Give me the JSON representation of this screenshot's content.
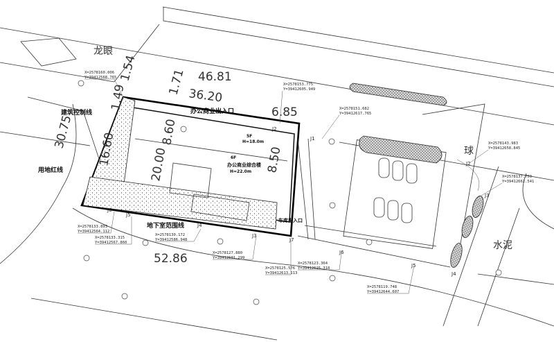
{
  "labels": {
    "longan": "龙眼",
    "building_control_line": "建筑控制线",
    "land_red_line": "用地红线",
    "basement_line": "地下室范围线",
    "office_entrance": "办公商业出入口",
    "garage_entrance": "车库出入口",
    "cement": "水泥",
    "ball": "球",
    "bldg5f_floors": "5F",
    "bldg5f_height": "H=18.0m",
    "bldg6f_floors": "6F",
    "bldg6f_name": "办公商业综合楼",
    "bldg6f_height": "H=22.0m"
  },
  "dimensions": {
    "d1": "46.81",
    "d2": "36.20",
    "d3": "1.54",
    "d4": "1.71",
    "d5": "1.49",
    "d6": "30.75",
    "d7": "16.60",
    "d8": "8.60",
    "d9": "20.00",
    "d10": "8.50",
    "d11": "6.85",
    "d12": "52.86"
  },
  "points": [
    {
      "id": "",
      "x": "X=2578160.006",
      "y": "Y=39412568.765"
    },
    {
      "id": "J2",
      "x": "X=2578153.775",
      "y": "Y=39412605.949"
    },
    {
      "id": "J1",
      "x": "X=2578151.682",
      "y": "Y=39412617.765"
    },
    {
      "id": "J2",
      "x": "X=2578143.983",
      "y": "Y=39412658.845"
    },
    {
      "id": "J3",
      "x": "X=2578137.750",
      "y": "Y=39412662.541"
    },
    {
      "id": "J6",
      "x": "X=2578133.893",
      "y": "Y=39412564.112"
    },
    {
      "id": "J5",
      "x": "X=2578133.315",
      "y": "Y=39412567.860"
    },
    {
      "id": "J4",
      "x": "X=2578130.172",
      "y": "Y=39412586.948"
    },
    {
      "id": "J3",
      "x": "X=2578127.880",
      "y": "Y=39412601.299"
    },
    {
      "id": "J7",
      "x": "X=2578125.576",
      "y": "Y=39412613.113"
    },
    {
      "id": "J6",
      "x": "X=2578123.364",
      "y": "Y=39412625.318"
    },
    {
      "id": "J5",
      "x": "X=2578119.748",
      "y": "Y=39412644.607"
    },
    {
      "id": "J4",
      "x": "",
      "y": ""
    }
  ]
}
